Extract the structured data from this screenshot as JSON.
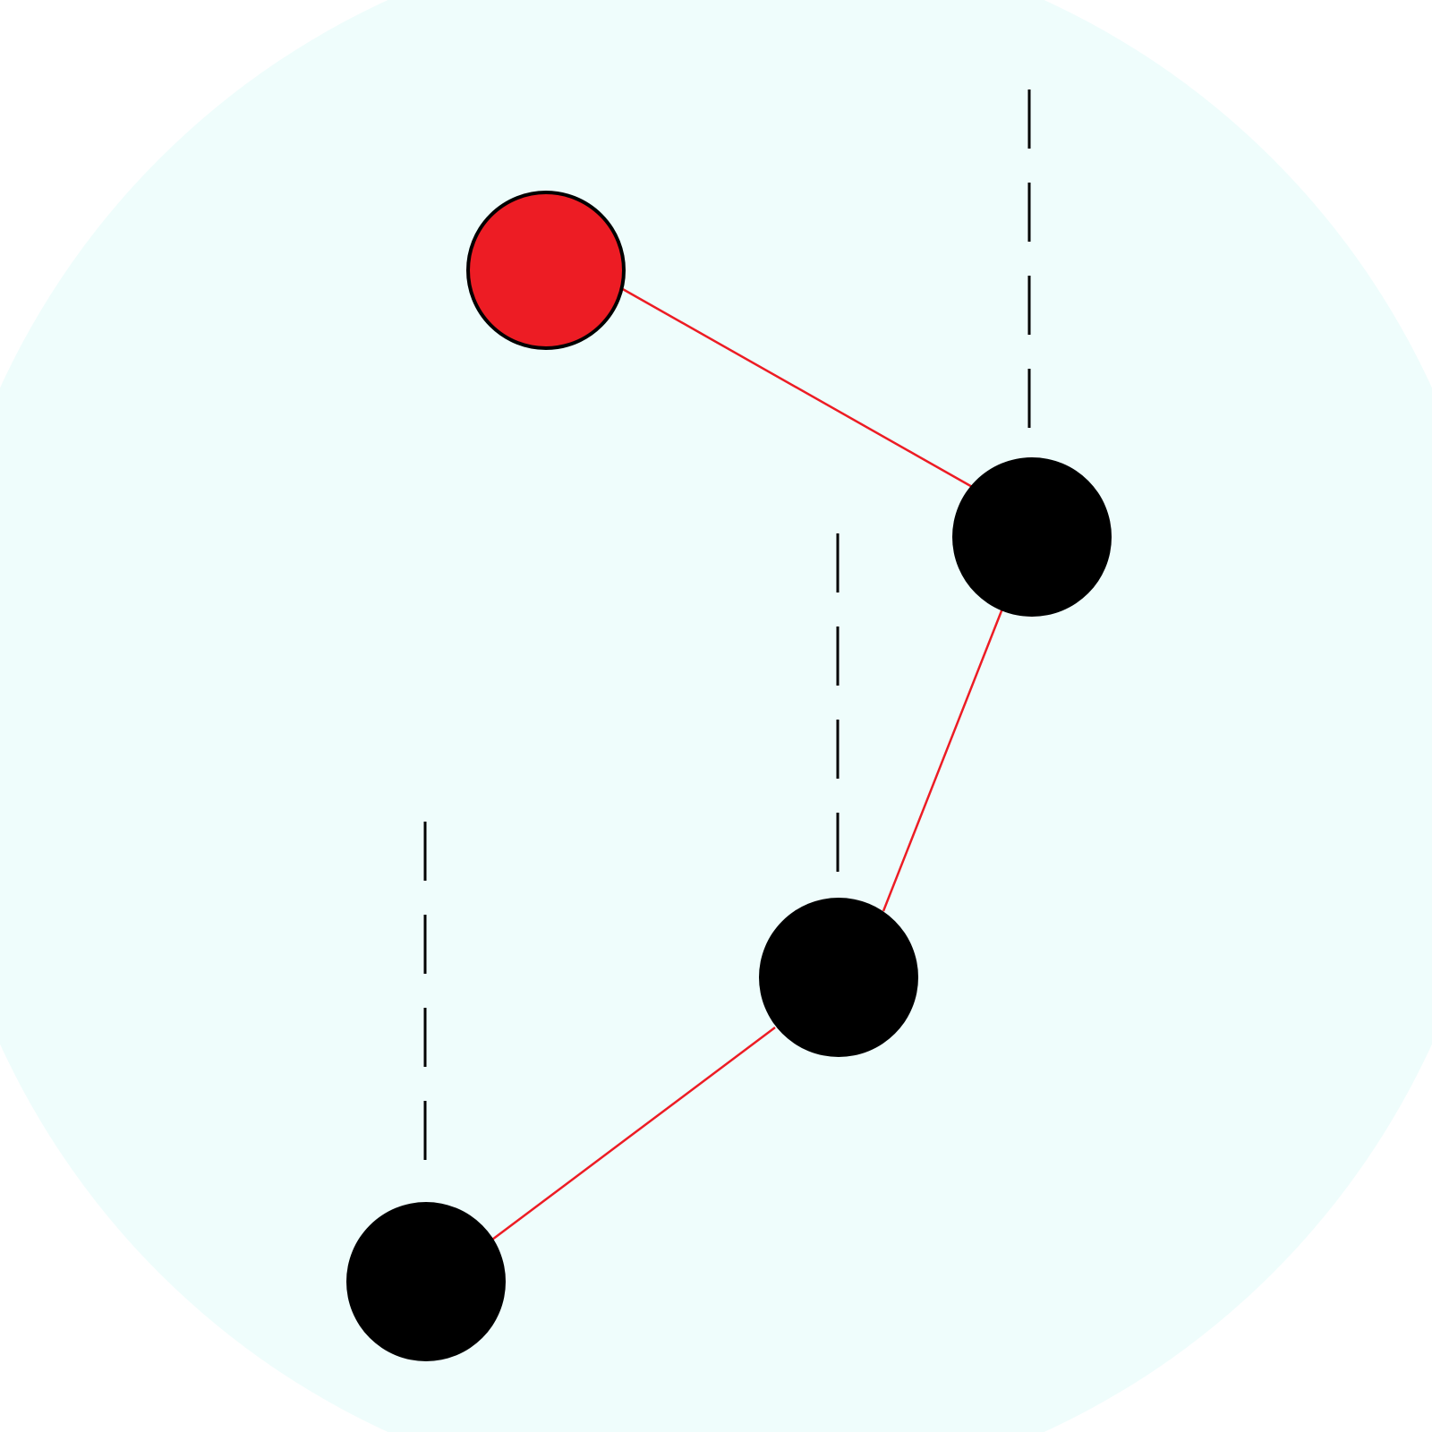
{
  "colors": {
    "background_disc": "#effdfc",
    "page_background": "#ffffff",
    "highlight_node": "#ed1c24",
    "node": "#000000",
    "edge": "#ed1c24",
    "vertical_dashes": "#000000"
  },
  "nodes": [
    {
      "id": "node-1",
      "role": "highlighted"
    },
    {
      "id": "node-2",
      "role": "normal"
    },
    {
      "id": "node-3",
      "role": "normal"
    },
    {
      "id": "node-4",
      "role": "normal"
    }
  ],
  "edges": [
    {
      "from": "node-1",
      "to": "node-2"
    },
    {
      "from": "node-2",
      "to": "node-3"
    },
    {
      "from": "node-3",
      "to": "node-4"
    }
  ],
  "dashed_guides": [
    {
      "node": "node-2"
    },
    {
      "node": "node-3"
    },
    {
      "node": "node-4"
    }
  ]
}
